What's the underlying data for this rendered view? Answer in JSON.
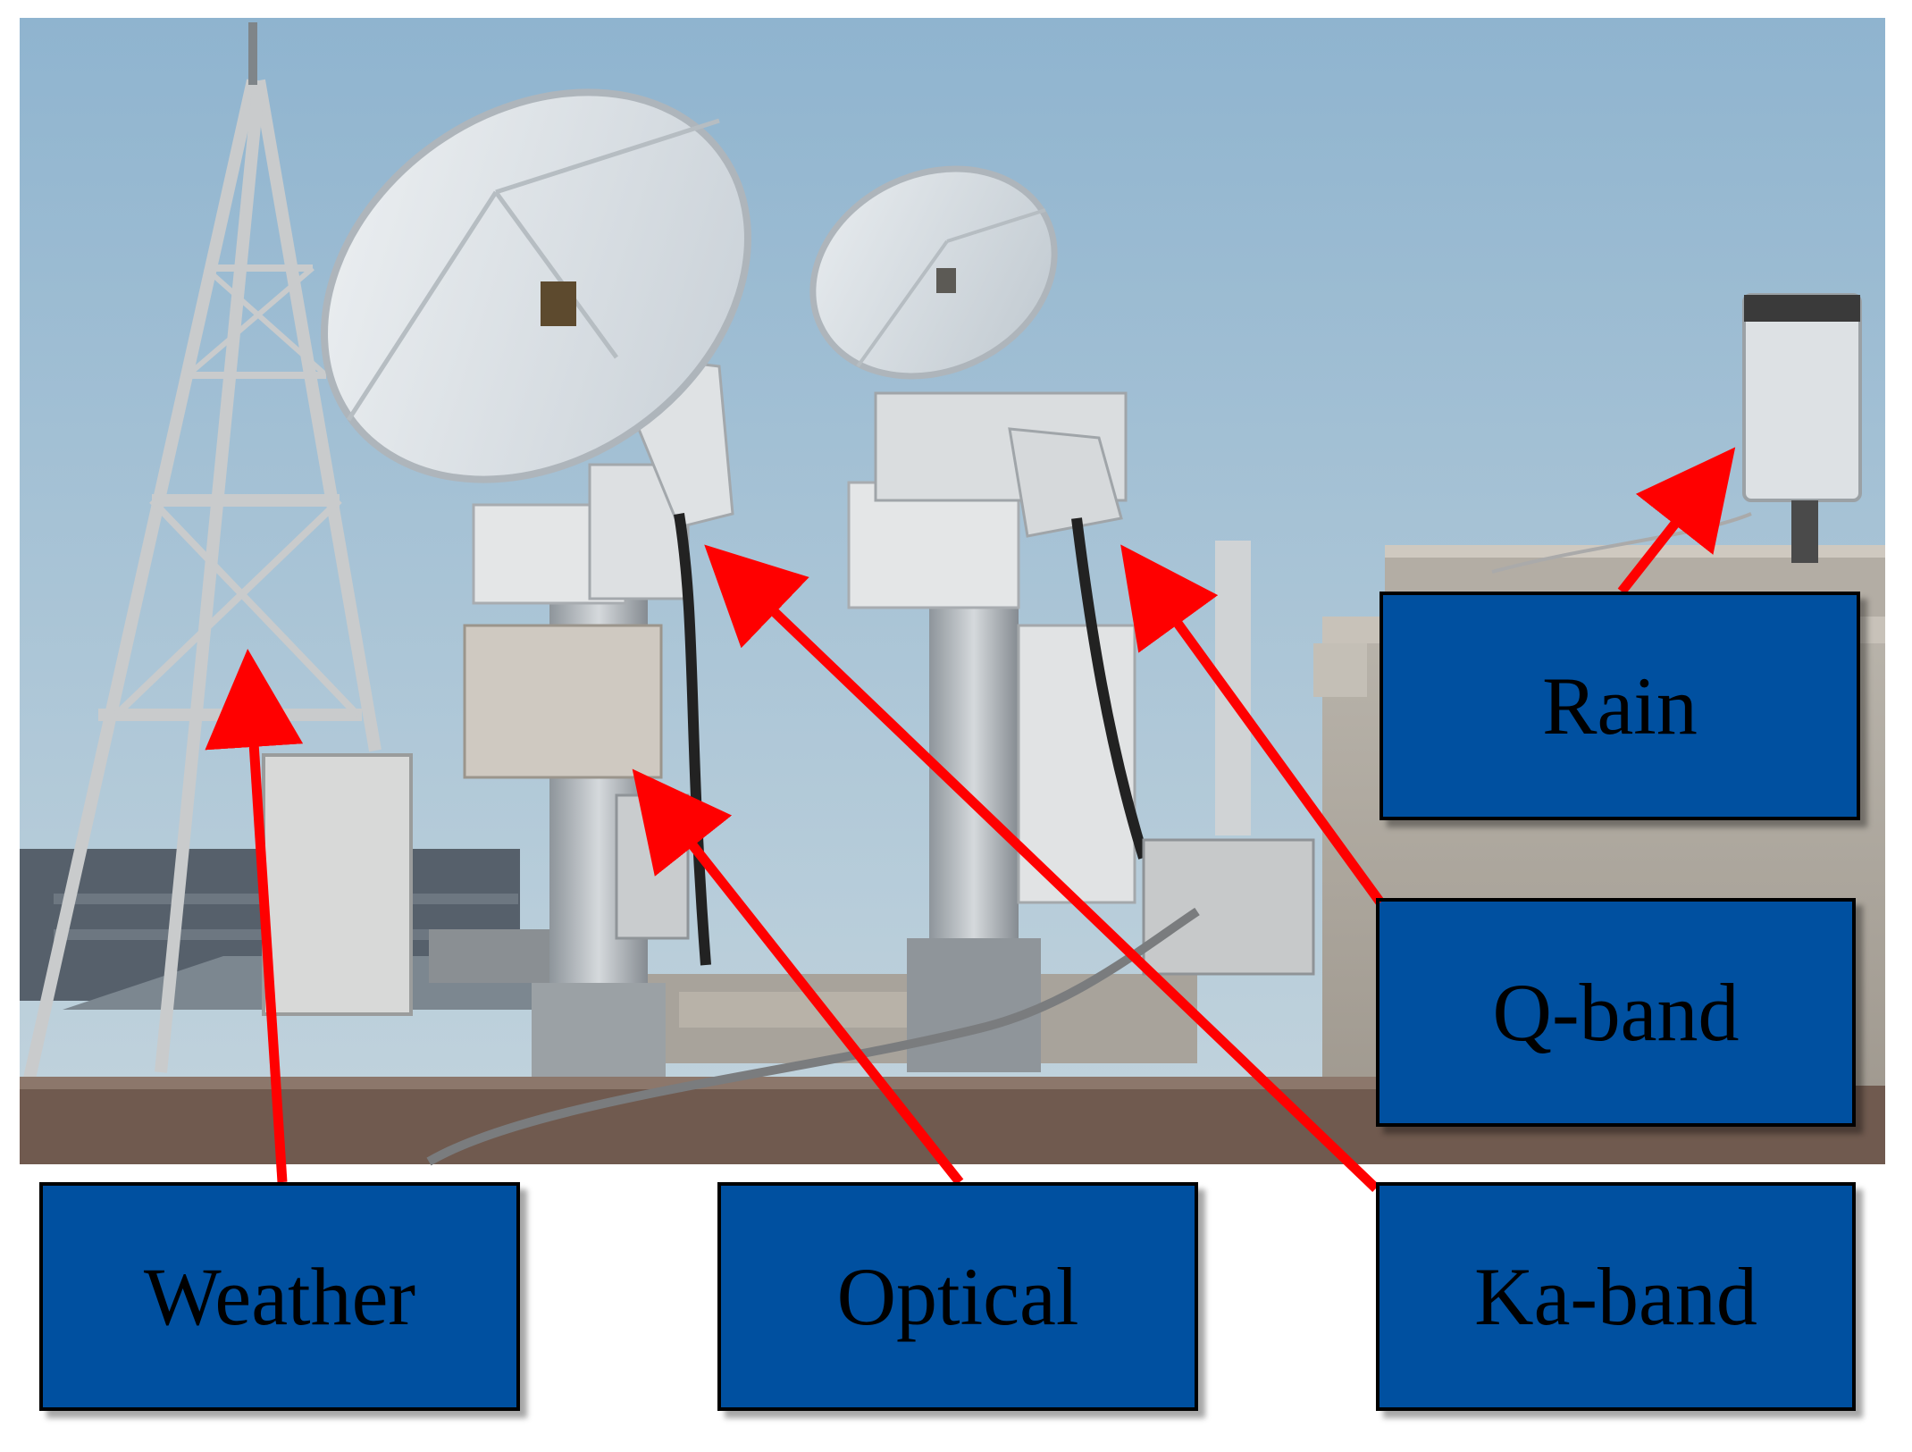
{
  "figure": {
    "labels": {
      "weather": "Weather",
      "optical": "Optical",
      "ka_band": "Ka-band",
      "q_band": "Q-band",
      "rain": "Rain"
    },
    "colors": {
      "label_fill": "#0050a0",
      "arrow": "#ff0000",
      "sky_top": "#8fb4cf",
      "sky_bottom": "#c3d4dd",
      "roof": "#705a4f"
    }
  }
}
